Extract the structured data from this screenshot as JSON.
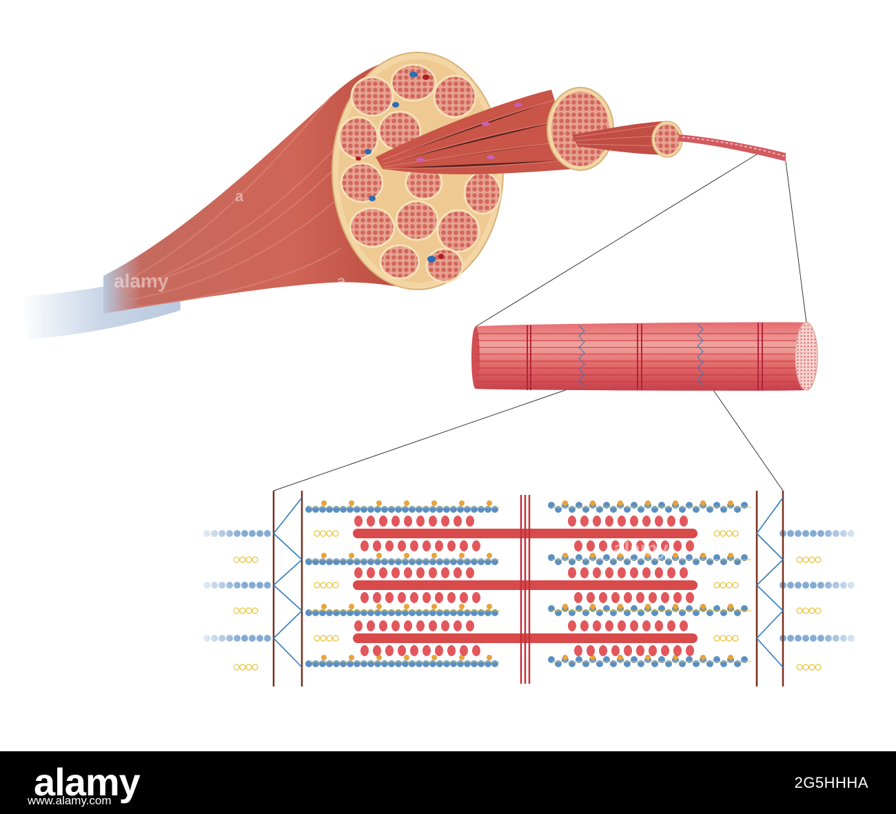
{
  "watermark": {
    "logo": "alamy",
    "letter": "a"
  },
  "footer": {
    "logo": "alamy",
    "image_id": "2G5HHHA",
    "url": "www.alamy.com"
  },
  "colors": {
    "muscle": "#c8574b",
    "muscle_dark": "#a8382f",
    "perimysium": "#f3d6a4",
    "fascicle": "#e59c8c",
    "tendon": "#c9d6e8",
    "actin": "#5b8fc4",
    "troponin": "#e8a33a",
    "titin": "#e9c233",
    "myosin": "#d94a4a",
    "z_disc": "#7a2e1a",
    "m_line": "#c0303a",
    "nebulin": "#2e7bbf"
  },
  "icons": [
    "alamy-logo",
    "muscle-icon",
    "fiber-icon",
    "myofibril-icon",
    "sarcomere-icon"
  ]
}
